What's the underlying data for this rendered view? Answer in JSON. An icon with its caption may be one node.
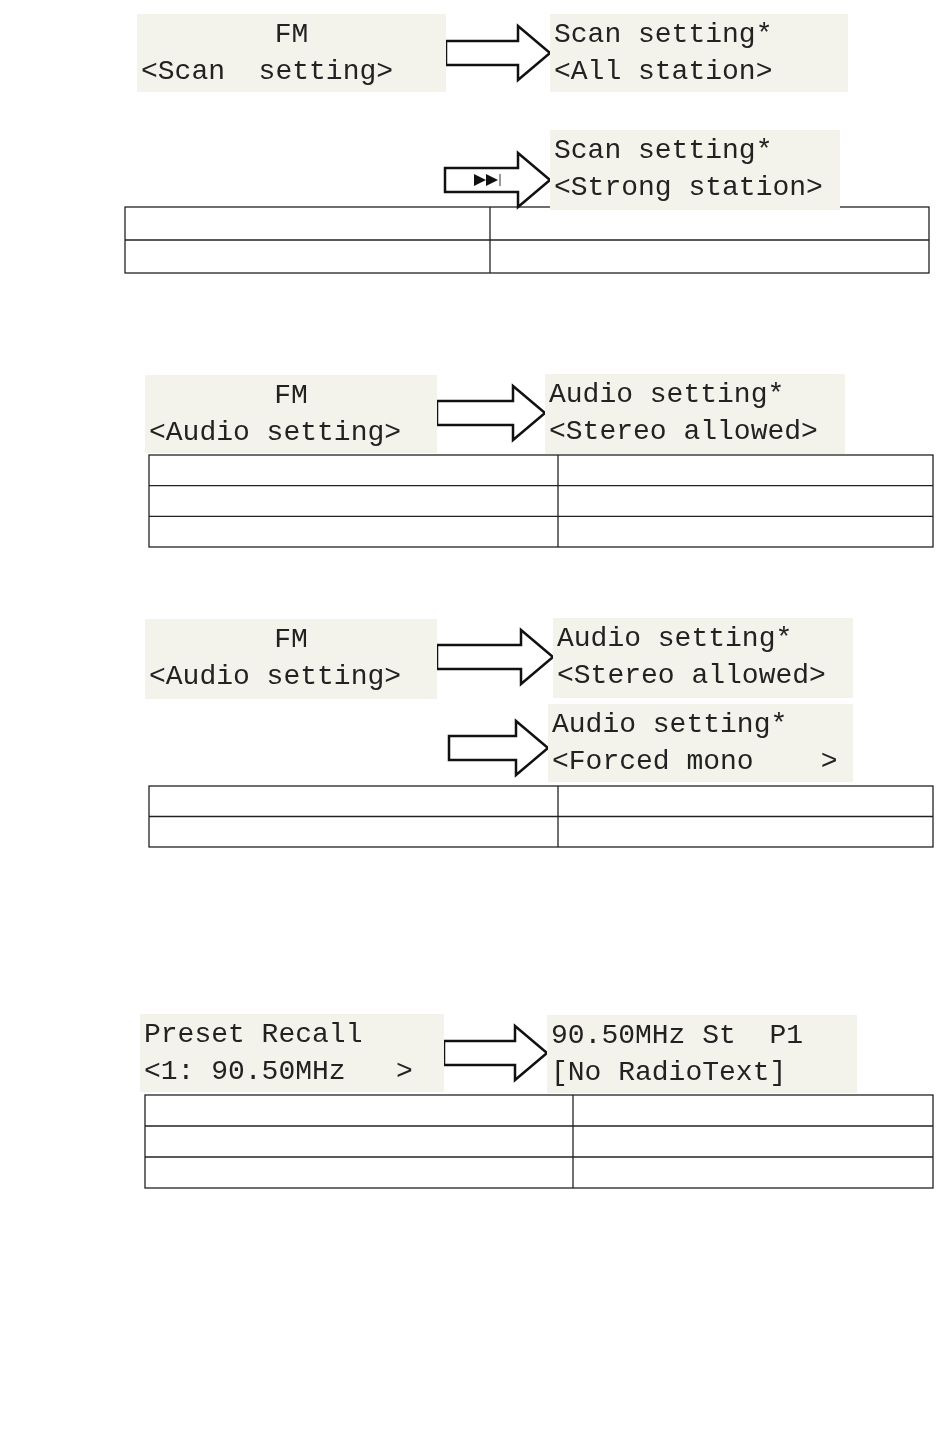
{
  "diagram": {
    "nodes": [
      {
        "text": [
          "FM",
          "<Scan  setting>"
        ]
      },
      {
        "text": [
          "Scan setting*",
          "<All station>"
        ]
      },
      {
        "text": [
          "Scan setting*",
          "<Strong station>"
        ]
      },
      {
        "text": [
          "FM",
          "<Audio setting>"
        ]
      },
      {
        "text": [
          "Audio setting*",
          "<Stereo allowed>"
        ]
      },
      {
        "text": [
          "FM",
          "<Audio setting>"
        ]
      },
      {
        "text": [
          "Audio setting*",
          "<Stereo allowed>"
        ]
      },
      {
        "text": [
          "Audio setting*",
          "<Forced mono    >"
        ]
      },
      {
        "text": [
          "Preset Recall",
          "<1: 90.50MHz   >"
        ]
      },
      {
        "text": [
          "90.50MHz St  P1",
          "[No RadioText]"
        ]
      }
    ],
    "edges": [
      {
        "from": 0,
        "to": 1,
        "arrow": "to"
      },
      {
        "from": null,
        "to": 2,
        "arrow": "to"
      },
      {
        "from": 3,
        "to": 4,
        "arrow": "to"
      },
      {
        "from": 5,
        "to": 6,
        "arrow": "to"
      },
      {
        "from": null,
        "to": 7,
        "arrow": "to"
      },
      {
        "from": 8,
        "to": 9,
        "arrow": "to"
      }
    ]
  }
}
